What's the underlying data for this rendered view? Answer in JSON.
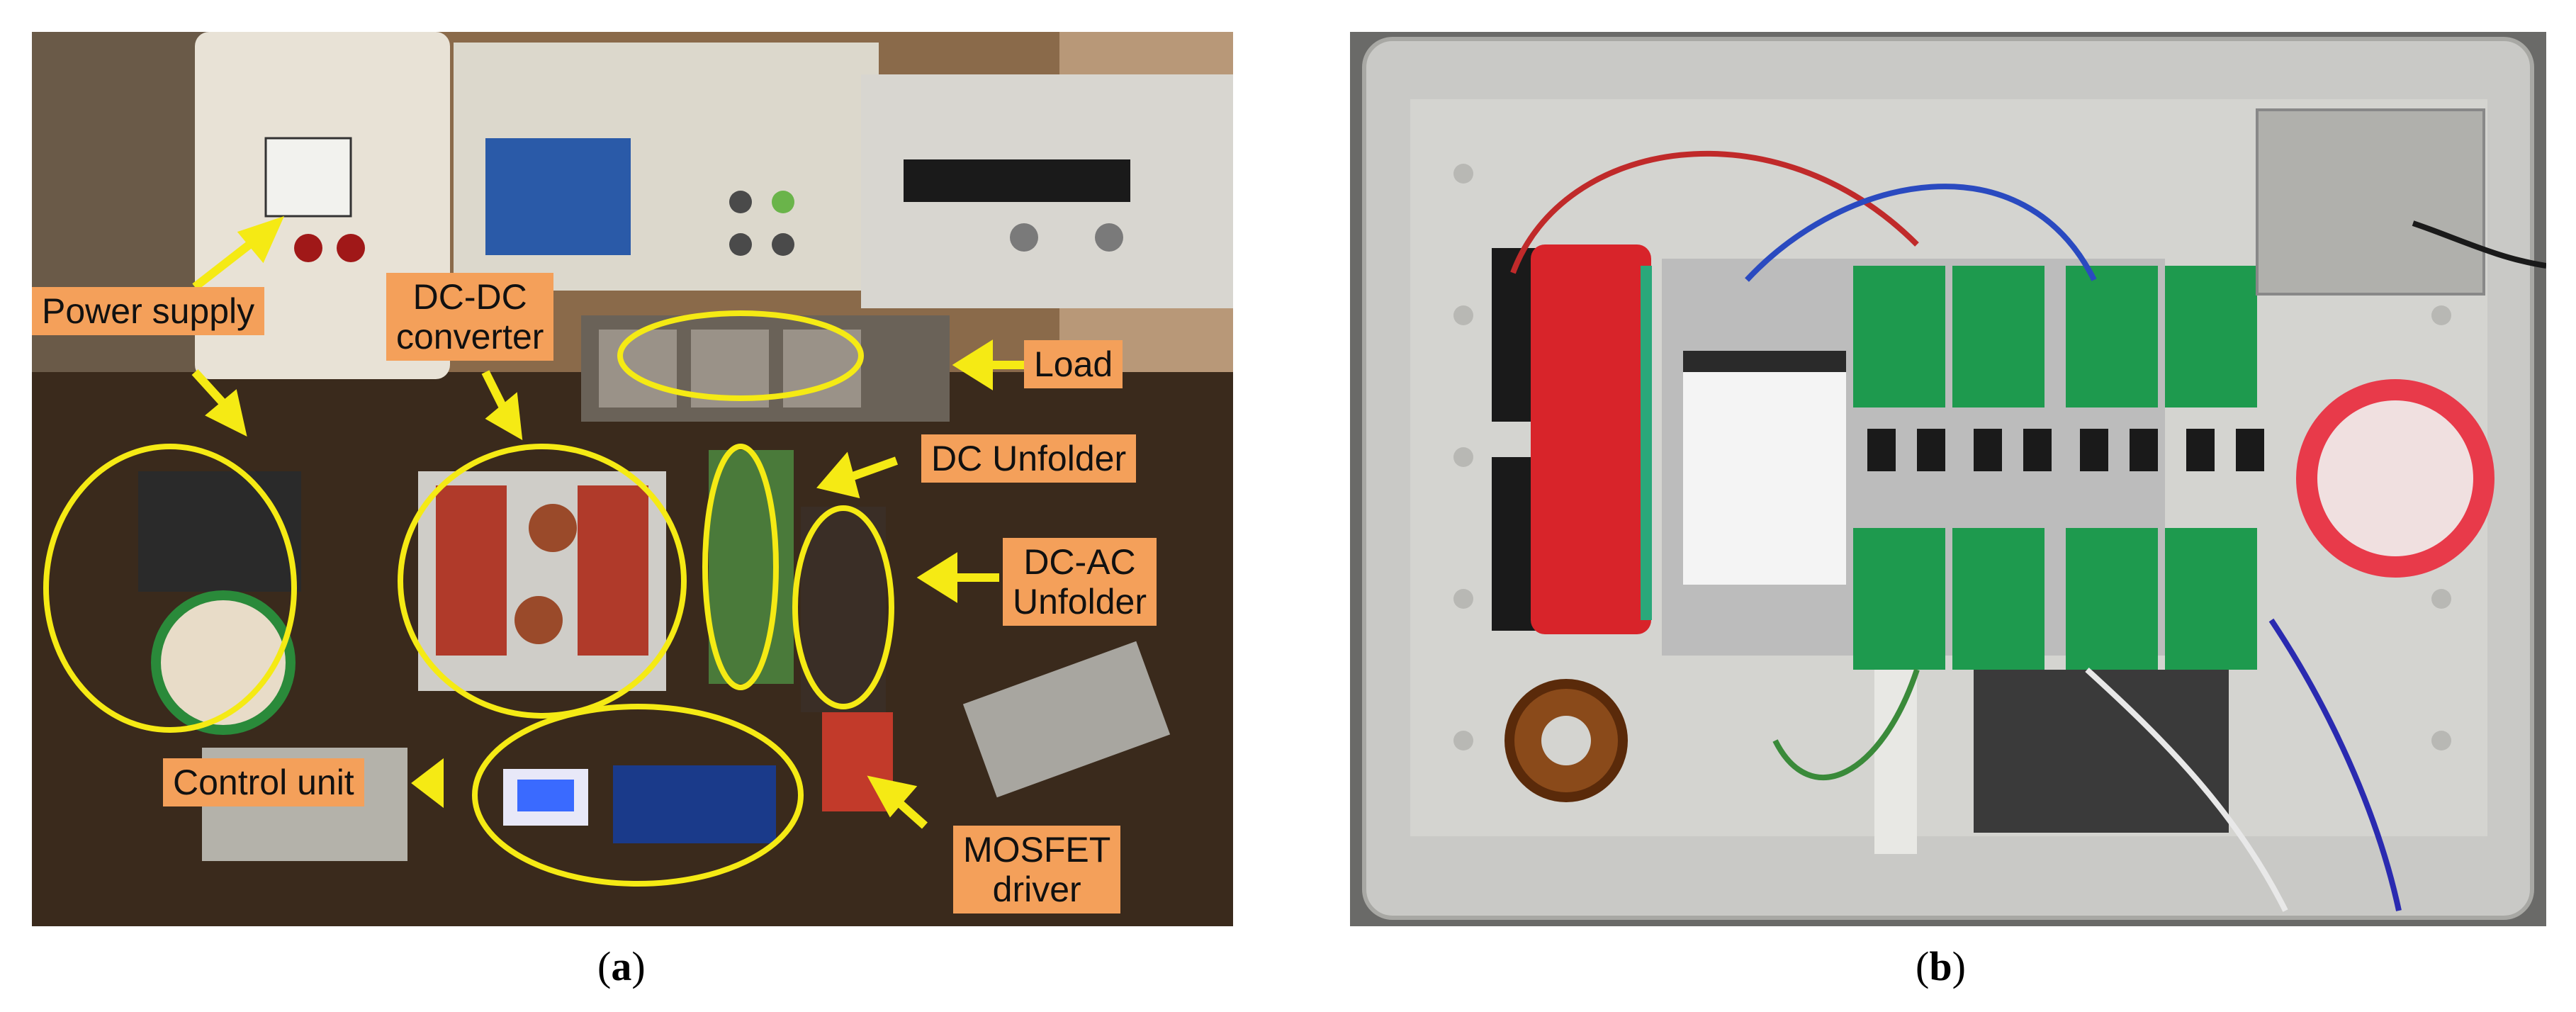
{
  "panel_a": {
    "labels": {
      "power_supply": "Power supply",
      "dc_dc_converter": "DC-DC\nconverter",
      "load": "Load",
      "dc_unfolder": "DC Unfolder",
      "dc_ac_unfolder": "DC-AC\nUnfolder",
      "control_unit": "Control unit",
      "mosfet_driver": "MOSFET\ndriver"
    },
    "caption_letter": "a"
  },
  "panel_b": {
    "caption_letter": "b"
  },
  "colors": {
    "label_bg": "#f4a05a",
    "highlight": "#f5ea14",
    "desk": "#3a2a1c",
    "enclosure": "#c8c8c6"
  }
}
